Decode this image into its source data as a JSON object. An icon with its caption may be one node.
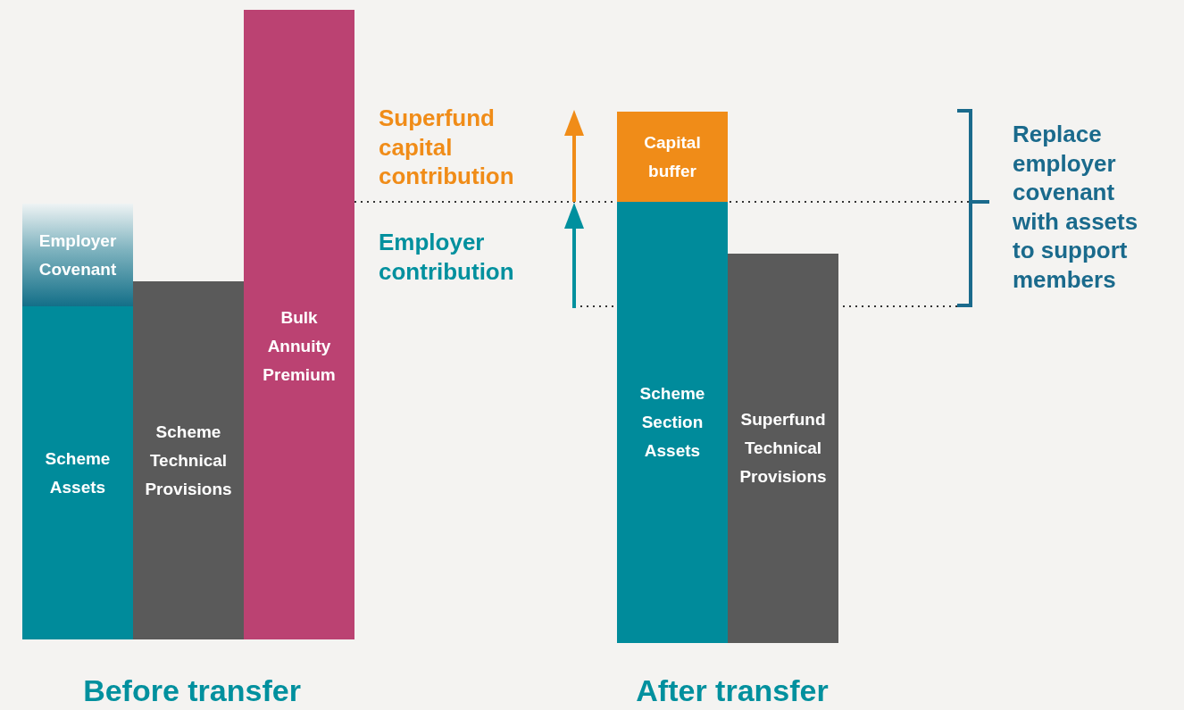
{
  "diagram": {
    "nodes": [
      {
        "text": [
          "Employer Covenant"
        ]
      },
      {
        "text": [
          "Scheme Assets"
        ]
      },
      {
        "text": [
          "Scheme Technical Provisions"
        ]
      },
      {
        "text": [
          "Bulk Annuity Premium"
        ]
      },
      {
        "text": [
          "Capital buffer"
        ]
      },
      {
        "text": [
          "Scheme Section Assets"
        ]
      },
      {
        "text": [
          "Superfund Technical Provisions"
        ]
      }
    ],
    "labels": [
      "Superfund capital contribution",
      "Employer contribution",
      "Replace employer covenant with assets to support members",
      "Before transfer",
      "After transfer"
    ]
  }
}
